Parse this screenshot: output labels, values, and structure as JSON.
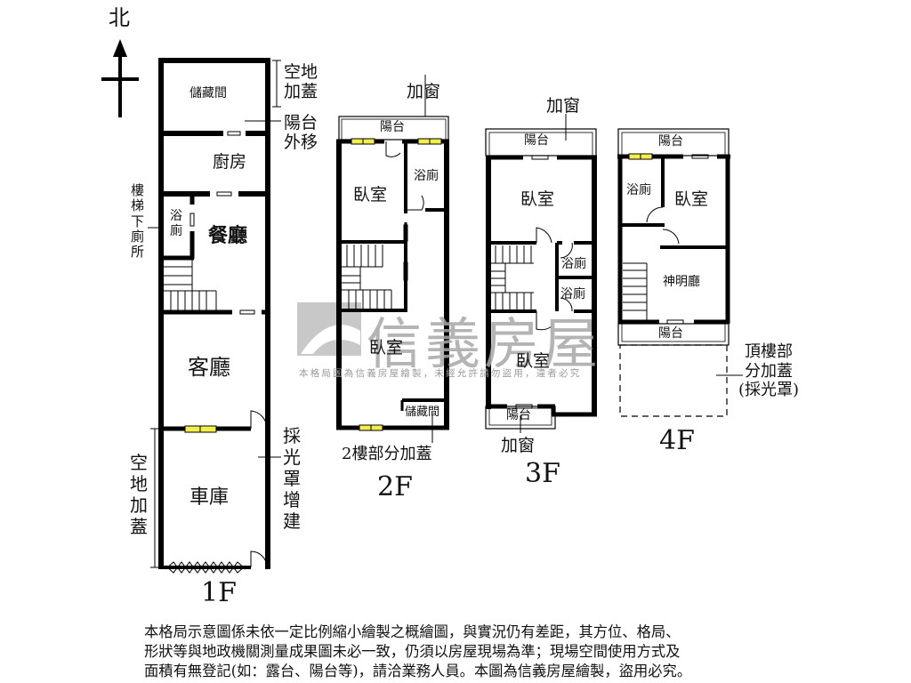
{
  "compass": {
    "label": "北"
  },
  "floors": {
    "f1": {
      "title": "1F",
      "rooms": {
        "storage": "儲藏間",
        "kitchen": "廚房",
        "bath": [
          "浴",
          "廁"
        ],
        "dining": "餐廳",
        "living": "客廳",
        "garage": "車庫"
      },
      "notes": {
        "vacant_top": [
          "空地",
          "加蓋"
        ],
        "balcony_moved": [
          "陽台",
          "外移"
        ],
        "stair_toilet": [
          "樓",
          "梯",
          "下",
          "廁",
          "所"
        ],
        "vacant_left": [
          "空",
          "地",
          "加",
          "蓋"
        ],
        "skylight": [
          "採",
          "光",
          "罩",
          "增",
          "建"
        ]
      }
    },
    "f2": {
      "title": "2F",
      "rooms": {
        "balcony": "陽台",
        "bedroom1": "臥室",
        "bath": "浴廁",
        "bedroom2": "臥室",
        "storage": "儲藏間"
      },
      "notes": {
        "add_window": "加窗",
        "partial_extension": "2樓部分加蓋"
      }
    },
    "f3": {
      "title": "3F",
      "rooms": {
        "balcony_top": "陽台",
        "bedroom1": "臥室",
        "bath1": "浴廁",
        "bath2": "浴廁",
        "bedroom2": "臥室",
        "balcony_bottom": "陽台"
      },
      "notes": {
        "add_window_top": "加窗",
        "add_window_bottom": "加窗"
      }
    },
    "f4": {
      "title": "4F",
      "rooms": {
        "balcony_top": "陽台",
        "bath": "浴廁",
        "bedroom": "臥室",
        "shrine": "神明廳",
        "balcony_bottom": "陽台"
      },
      "notes": {
        "roof_extension": [
          "頂樓部",
          "分加蓋",
          "(採光罩)"
        ]
      }
    }
  },
  "watermark": {
    "brand": "信義房屋",
    "text": "本格局圖為信義房屋繪製，未經允許請勿盜用，違者必究"
  },
  "disclaimer": [
    "本格局示意圖係未依一定比例縮小繪製之概繪圖，與實況仍有差距，其方位、格局、",
    "形狀等與地政機關測量成果圖未必一致，仍須以房屋現場為準；現場空間使用方式及",
    "面積有無登記(如：露台、陽台等)，請洽業務人員。本圖為信義房屋繪製，盜用必究。"
  ],
  "colors": {
    "wall": "#000000",
    "window": "#f2ee4a",
    "watermark": "#a8a8a8"
  }
}
